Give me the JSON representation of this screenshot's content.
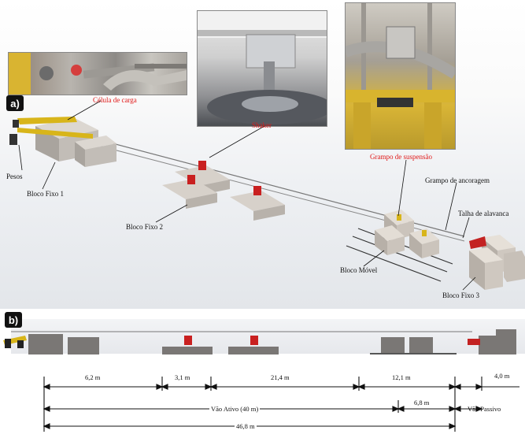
{
  "panel_a": {
    "tag": "a)",
    "labels": {
      "celula": "Célula de carga",
      "shaker": "Shaker",
      "grampo_suspensao": "Grampo de suspensão",
      "grampo_ancoragem": "Grampo de ancoragem",
      "talha": "Talha de alavanca",
      "pesos": "Pesos",
      "bloco_fixo_1": "Bloco Fixo 1",
      "bloco_fixo_2": "Bloco Fixo 2",
      "bloco_movel": "Bloco Móvel",
      "bloco_fixo_3": "Bloco Fixo 3"
    }
  },
  "panel_b": {
    "tag": "b)",
    "dims": {
      "d1": "6,2 m",
      "d2": "3,1 m",
      "d3": "21,4 m",
      "d4": "12,1 m",
      "d5": "4,0 m",
      "d6": "6,8 m",
      "vao_ativo": "Vão Ativo (40 m)",
      "vao_passivo": "Vão Passivo",
      "total": "46,8 m"
    }
  },
  "colors": {
    "red_label": "#e01818",
    "block": "#cfc9c2",
    "yellow": "#d8b51a"
  }
}
